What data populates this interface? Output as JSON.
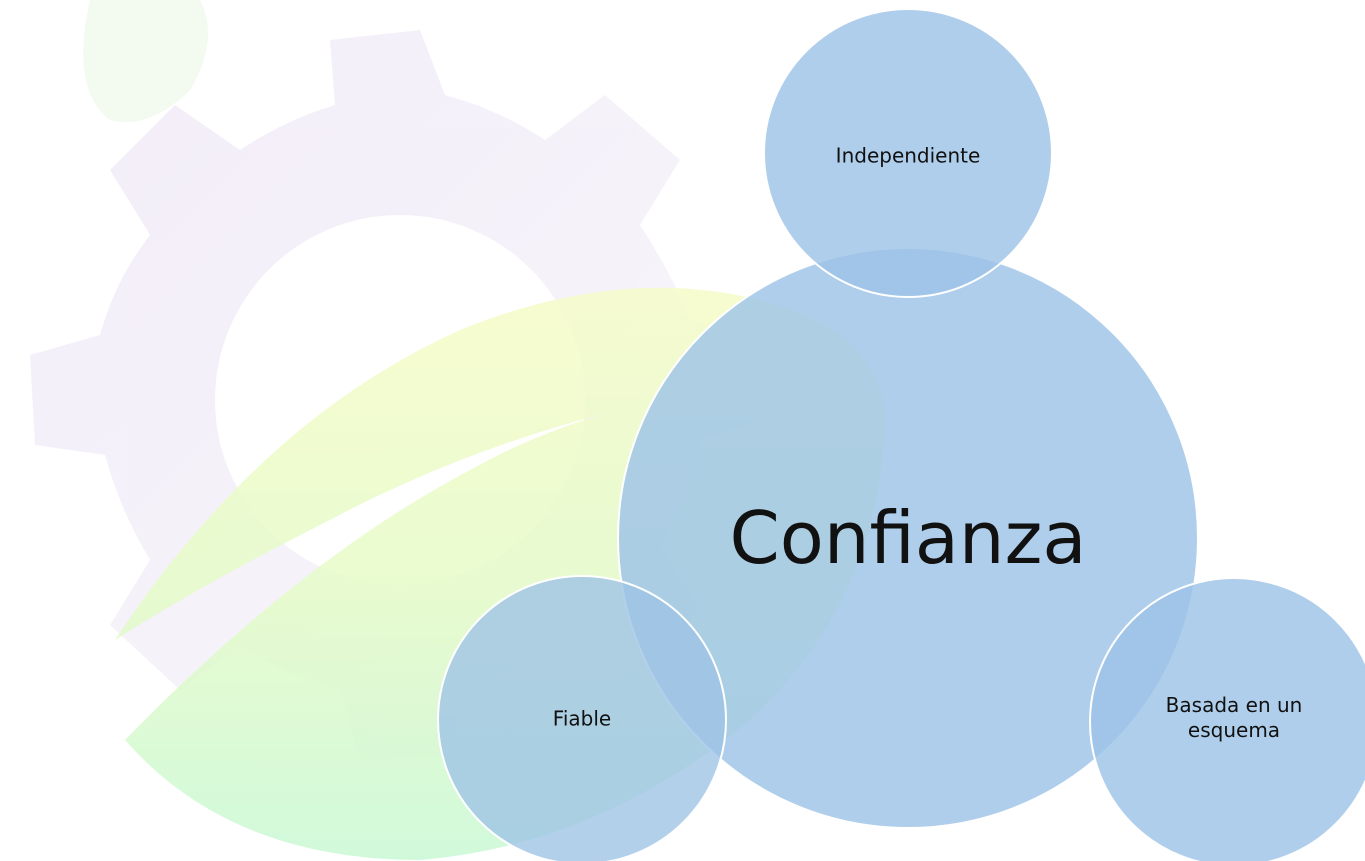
{
  "diagram": {
    "center": {
      "label": "Confianza"
    },
    "satellites": [
      {
        "id": "top",
        "label": "Independiente"
      },
      {
        "id": "left",
        "label": "Fiable"
      },
      {
        "id": "right",
        "label": "Basada en un esquema"
      }
    ]
  },
  "background": {
    "decoration": "gear-and-leaf-watermark"
  },
  "colors": {
    "bubble_fill": "#9dc3e6",
    "bubble_stroke": "#ffffff",
    "leaf_yellow": "#f3fbc2",
    "leaf_green": "#c9f7cf",
    "gear_tint": "#efe9f7"
  }
}
